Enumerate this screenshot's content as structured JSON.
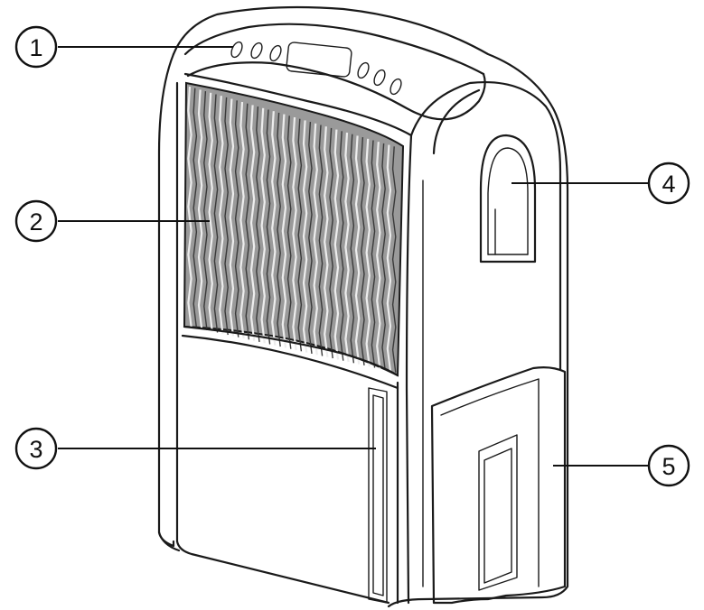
{
  "callouts": [
    {
      "id": "1",
      "label": "1",
      "part": "control-panel"
    },
    {
      "id": "2",
      "label": "2",
      "part": "air-intake-grille"
    },
    {
      "id": "3",
      "label": "3",
      "part": "front-panel-window"
    },
    {
      "id": "4",
      "label": "4",
      "part": "carry-handle"
    },
    {
      "id": "5",
      "label": "5",
      "part": "water-tank"
    }
  ],
  "colors": {
    "line": "#1a1a1a",
    "grille": "#8a8a8a",
    "background": "#ffffff"
  }
}
